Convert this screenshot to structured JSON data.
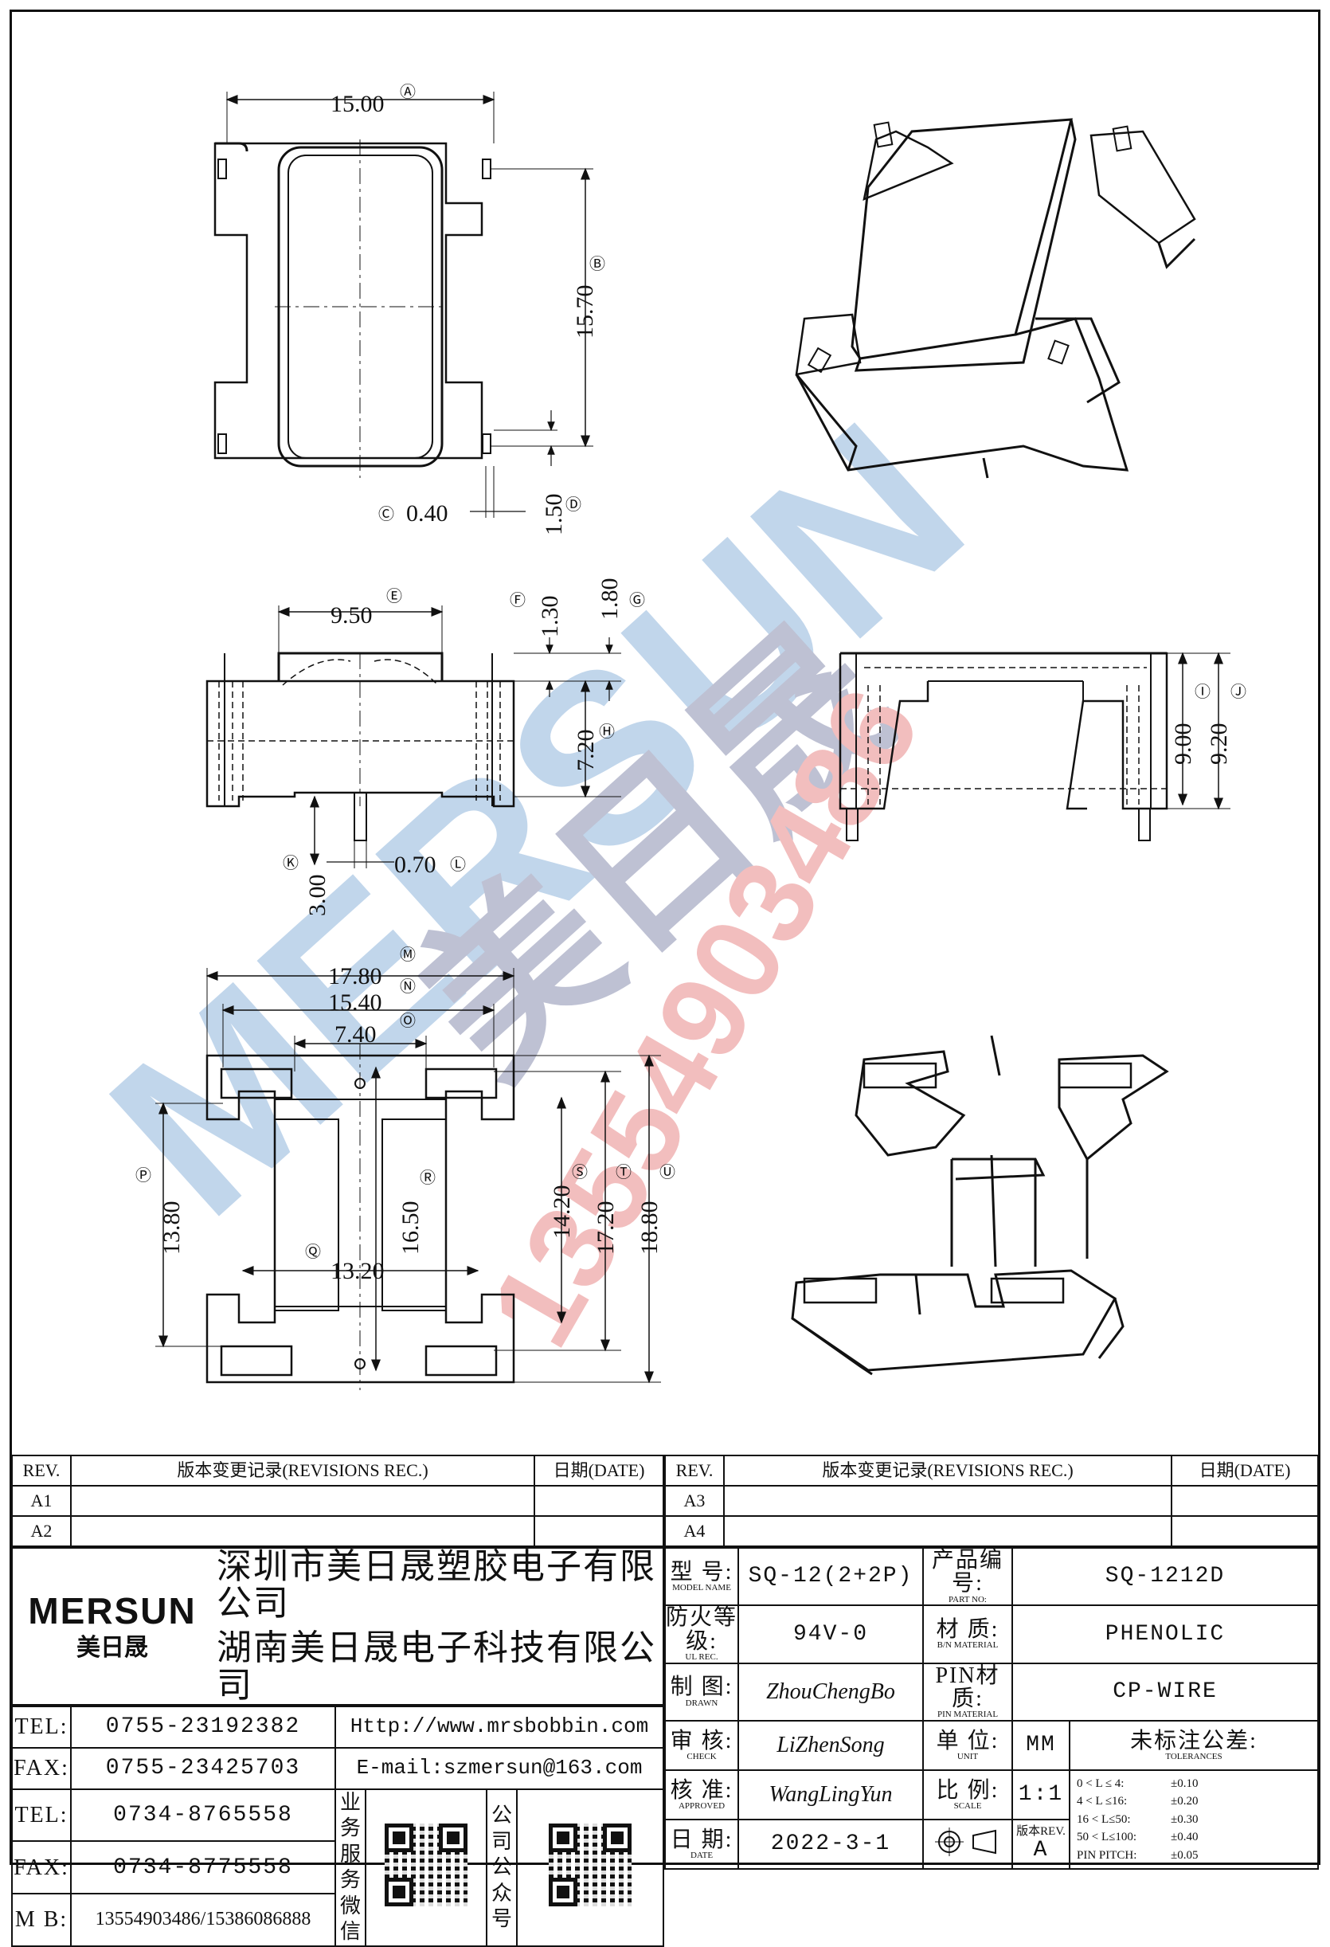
{
  "watermark": {
    "brand": "MERSUN",
    "brand_cn": "美日晟",
    "phone": "13554903486"
  },
  "top_view": {
    "dims": {
      "A": "15.00",
      "B": "15.70",
      "C": "0.40",
      "D": "1.50"
    },
    "labels": {
      "A": "Ⓐ",
      "B": "Ⓑ",
      "C": "Ⓒ",
      "D": "Ⓓ"
    }
  },
  "front_view": {
    "dims": {
      "E": "9.50",
      "F": "1.30",
      "G": "1.80",
      "H": "7.20",
      "K": "3.00",
      "L": "0.70"
    },
    "labels": {
      "E": "Ⓔ",
      "F": "Ⓕ",
      "G": "Ⓖ",
      "H": "Ⓗ",
      "K": "Ⓚ",
      "L": "Ⓛ"
    }
  },
  "side_view": {
    "dims": {
      "I": "9.00",
      "J": "9.20"
    },
    "labels": {
      "I": "Ⓘ",
      "J": "Ⓙ"
    }
  },
  "bottom_view": {
    "dims": {
      "M": "17.80",
      "N": "15.40",
      "O": "7.40",
      "P": "13.80",
      "Q": "13.20",
      "R": "16.50",
      "S": "14.20",
      "T": "17.20",
      "U": "18.80"
    },
    "labels": {
      "M": "Ⓜ",
      "N": "Ⓝ",
      "O": "Ⓞ",
      "P": "Ⓟ",
      "Q": "Ⓠ",
      "R": "Ⓡ",
      "S": "Ⓢ",
      "T": "Ⓣ",
      "U": "Ⓤ"
    }
  },
  "title_block": {
    "rev_header": {
      "rev": "REV.",
      "record": "版本变更记录(REVISIONS REC.)",
      "date": "日期(DATE)"
    },
    "rev_left": [
      "A1",
      "A2"
    ],
    "rev_right": [
      "A3",
      "A4"
    ],
    "logo": {
      "en": "MERSUN",
      "cn": "美日晟"
    },
    "company1": "深圳市美日晟塑胶电子有限公司",
    "company2": "湖南美日晟电子科技有限公司",
    "contacts": [
      {
        "label": "TEL:",
        "value": "0755-23192382"
      },
      {
        "label": "FAX:",
        "value": "0755-23425703"
      },
      {
        "label": "TEL:",
        "value": "0734-8765558"
      },
      {
        "label": "FAX:",
        "value": "0734-8775558"
      }
    ],
    "mb_label": "M B:",
    "mb_value": "13554903486/15386086888",
    "web": "Http://www.mrsbobbin.com",
    "email": "E-mail:szmersun@163.com",
    "qr_service": "业务服务微信",
    "qr_public": "公司公众号",
    "fields": {
      "model_label": "型 号:",
      "model_sub": "MODEL NAME",
      "model_value": "SQ-12(2+2P)",
      "part_label": "产品编号:",
      "part_sub": "PART NO:",
      "part_value": "SQ-1212D",
      "ul_label": "防火等级:",
      "ul_sub": "UL REC.",
      "ul_value": "94V-0",
      "material_label": "材 质:",
      "material_sub": "B/N MATERIAL",
      "material_value": "PHENOLIC",
      "drawn_label": "制 图:",
      "drawn_sub": "DRAWN",
      "drawn_value": "ZhouChengBo",
      "pin_label": "PIN材质:",
      "pin_sub": "PIN MATERIAL",
      "pin_value": "CP-WIRE",
      "check_label": "审 核:",
      "check_sub": "CHECK",
      "check_value": "LiZhenSong",
      "unit_label": "单 位:",
      "unit_sub": "UNIT",
      "unit_value": "MM",
      "tol_label": "未标注公差:",
      "tol_sub": "TOLERANCES",
      "approved_label": "核 准:",
      "approved_sub": "APPROVED",
      "approved_value": "WangLingYun",
      "scale_label": "比 例:",
      "scale_sub": "SCALE",
      "scale_value": "1:1",
      "date_label": "日 期:",
      "date_sub": "DATE",
      "date_value": "2022-3-1",
      "rev_label": "版本REV.",
      "rev_value": "A"
    },
    "tolerances": [
      {
        "range": "0 < L ≤ 4:",
        "tol": "±0.10"
      },
      {
        "range": "4 < L ≤16:",
        "tol": "±0.20"
      },
      {
        "range": "16 < L≤50:",
        "tol": "±0.30"
      },
      {
        "range": "50 < L≤100:",
        "tol": "±0.40"
      },
      {
        "range": "PIN PITCH:",
        "tol": "±0.05"
      }
    ]
  }
}
